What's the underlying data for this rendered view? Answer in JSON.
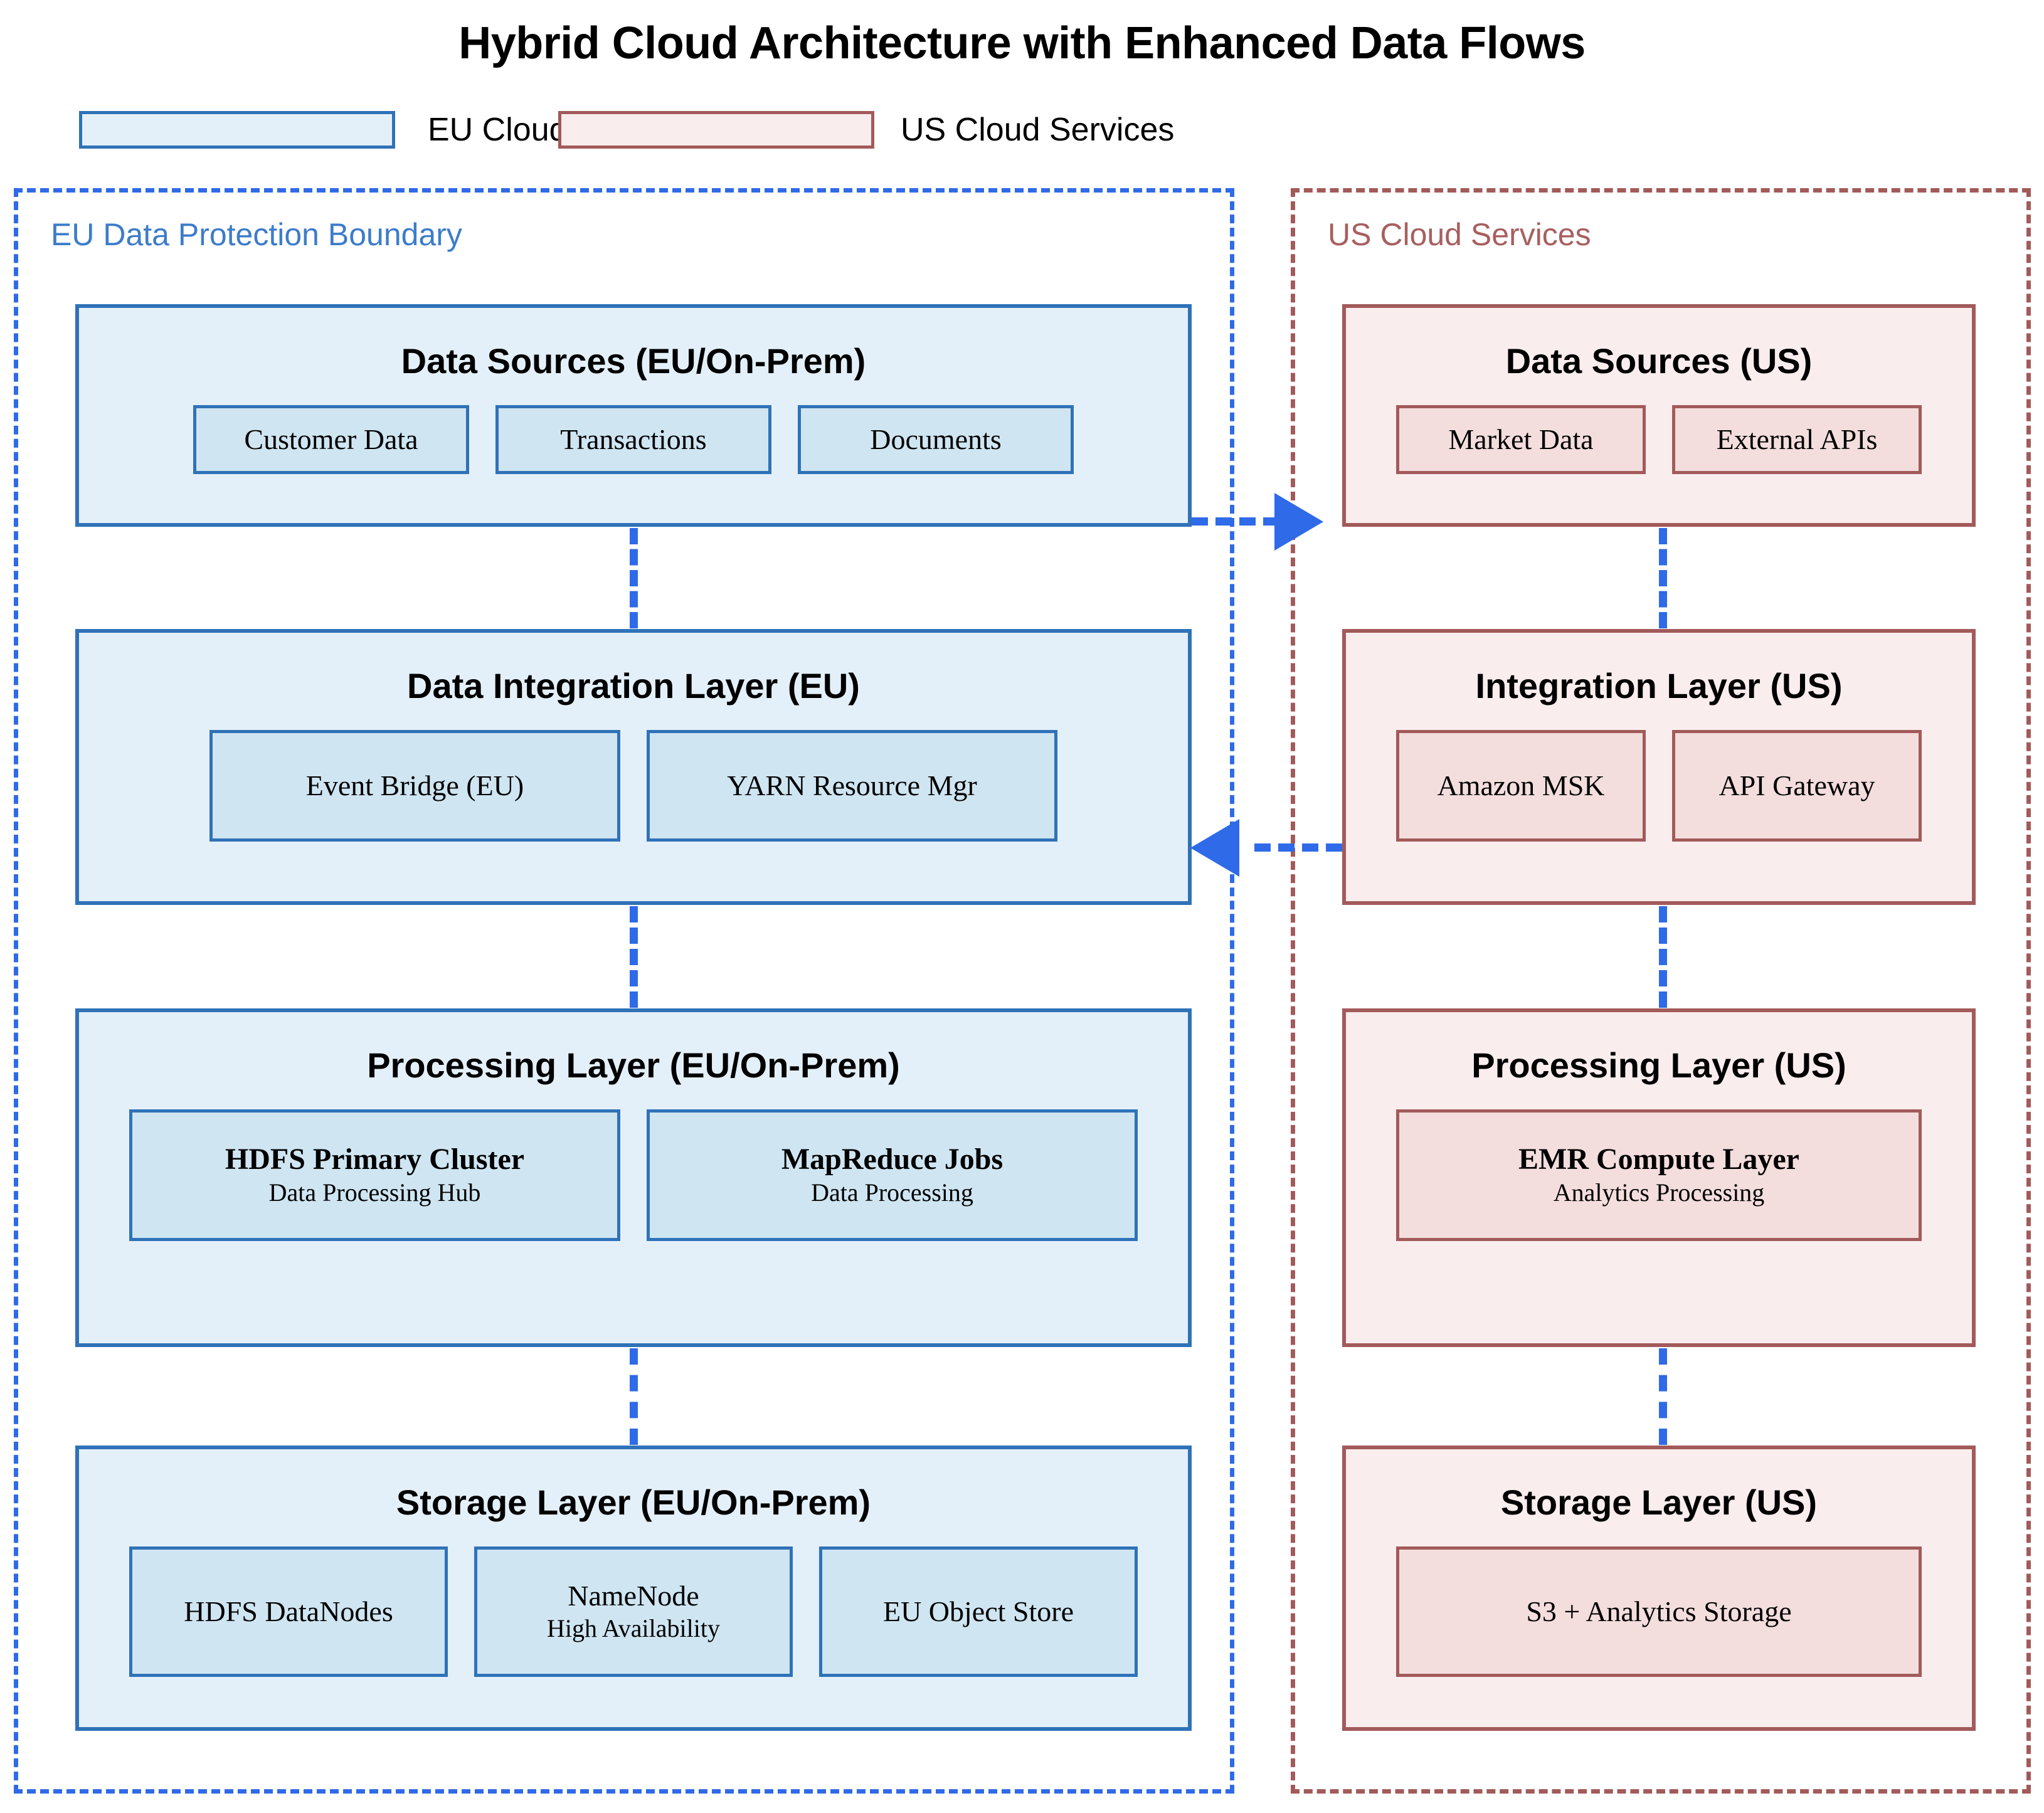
{
  "title": "Hybrid Cloud Architecture with Enhanced Data Flows",
  "legend": {
    "items": [
      {
        "label": "EU Cloud/On-Pre",
        "color": "#e4f0f9",
        "border": "#2f72b8"
      },
      {
        "label": "US Cloud Services",
        "color": "#faeded",
        "border": "#a35a5a"
      }
    ]
  },
  "regions": {
    "eu": {
      "label": "EU Data Protection Boundary",
      "color": "#3d7cc9"
    },
    "us": {
      "label": "US Cloud Services",
      "color": "#a85f5f"
    }
  },
  "eu_layers": [
    {
      "title": "Data Sources (EU/On-Prem)",
      "nodes": [
        {
          "title": "Customer Data"
        },
        {
          "title": "Transactions"
        },
        {
          "title": "Documents"
        }
      ]
    },
    {
      "title": "Data Integration Layer (EU)",
      "nodes": [
        {
          "title": "Event Bridge (EU)"
        },
        {
          "title": "YARN Resource Mgr"
        }
      ]
    },
    {
      "title": "Processing Layer (EU/On-Prem)",
      "nodes": [
        {
          "title": "HDFS Primary Cluster",
          "sub": "Data Processing Hub"
        },
        {
          "title": "MapReduce Jobs",
          "sub": "Data Processing"
        }
      ]
    },
    {
      "title": "Storage Layer (EU/On-Prem)",
      "nodes": [
        {
          "title": "HDFS DataNodes"
        },
        {
          "title": "NameNode",
          "sub": "High Availability"
        },
        {
          "title": "EU Object Store"
        }
      ]
    }
  ],
  "us_layers": [
    {
      "title": "Data Sources (US)",
      "nodes": [
        {
          "title": "Market Data"
        },
        {
          "title": "External APIs"
        }
      ]
    },
    {
      "title": "Integration Layer (US)",
      "nodes": [
        {
          "title": "Amazon MSK"
        },
        {
          "title": "API Gateway"
        }
      ]
    },
    {
      "title": "Processing Layer (US)",
      "nodes": [
        {
          "title": "EMR Compute Layer",
          "sub": "Analytics Processing"
        }
      ]
    },
    {
      "title": "Storage Layer (US)",
      "nodes": [
        {
          "title": "S3 + Analytics Storage"
        }
      ]
    }
  ],
  "colors": {
    "eu_fill": "#e4f0f9",
    "eu_border": "#2f72b8",
    "eu_node_fill": "#cfe5f2",
    "us_fill": "#faeded",
    "us_border": "#a35a5a",
    "us_node_fill": "#f3dedd",
    "flow_arrow": "#2f6ae8"
  }
}
